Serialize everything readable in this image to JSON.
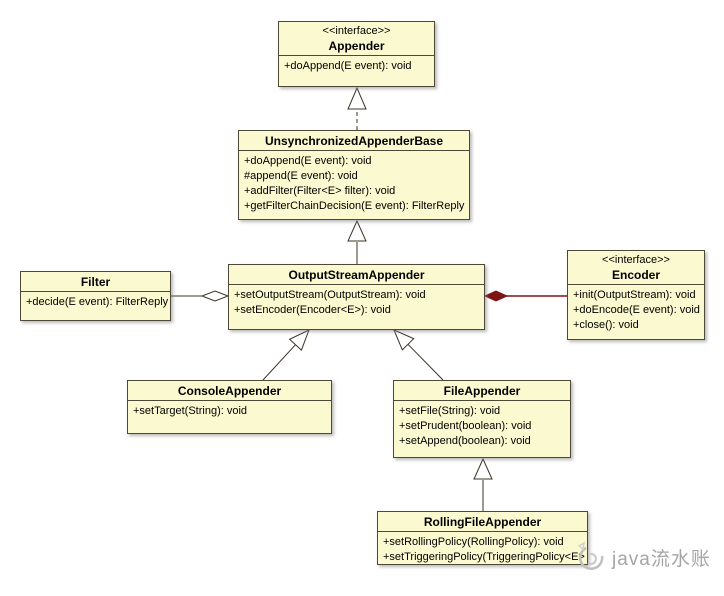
{
  "classes": {
    "appender": {
      "stereotype": "<<interface>>",
      "name": "Appender",
      "methods": [
        "+doAppend(E event): void"
      ]
    },
    "unsynchronized_appender_base": {
      "name": "UnsynchronizedAppenderBase",
      "methods": [
        "+doAppend(E event): void",
        "#append(E event): void",
        "+addFilter(Filter<E> filter): void",
        "+getFilterChainDecision(E event): FilterReply"
      ]
    },
    "output_stream_appender": {
      "name": "OutputStreamAppender",
      "methods": [
        "+setOutputStream(OutputStream): void",
        "+setEncoder(Encoder<E>): void"
      ]
    },
    "filter": {
      "name": "Filter",
      "methods": [
        "+decide(E event): FilterReply"
      ]
    },
    "encoder": {
      "stereotype": "<<interface>>",
      "name": "Encoder",
      "methods": [
        "+init(OutputStream): void",
        "+doEncode(E event): void",
        "+close(): void"
      ]
    },
    "console_appender": {
      "name": "ConsoleAppender",
      "methods": [
        "+setTarget(String): void"
      ]
    },
    "file_appender": {
      "name": "FileAppender",
      "methods": [
        "+setFile(String): void",
        "+setPrudent(boolean): void",
        "+setAppend(boolean): void"
      ]
    },
    "rolling_file_appender": {
      "name": "RollingFileAppender",
      "methods": [
        "+setRollingPolicy(RollingPolicy): void",
        "+setTriggeringPolicy(TriggeringPolicy<E>"
      ]
    }
  },
  "relationships": [
    {
      "from": "UnsynchronizedAppenderBase",
      "to": "Appender",
      "type": "realization"
    },
    {
      "from": "OutputStreamAppender",
      "to": "UnsynchronizedAppenderBase",
      "type": "generalization"
    },
    {
      "from": "OutputStreamAppender",
      "to": "Filter",
      "type": "aggregation"
    },
    {
      "from": "OutputStreamAppender",
      "to": "Encoder",
      "type": "composition"
    },
    {
      "from": "ConsoleAppender",
      "to": "OutputStreamAppender",
      "type": "generalization"
    },
    {
      "from": "FileAppender",
      "to": "OutputStreamAppender",
      "type": "generalization"
    },
    {
      "from": "RollingFileAppender",
      "to": "FileAppender",
      "type": "generalization"
    }
  ],
  "watermark": {
    "text": "java流水账"
  },
  "colors": {
    "class_fill": "#FBF9CF",
    "class_border": "#4E4936",
    "line": "#3B3425",
    "composition": "#7D1414",
    "watermark": "#A5A5A5"
  }
}
